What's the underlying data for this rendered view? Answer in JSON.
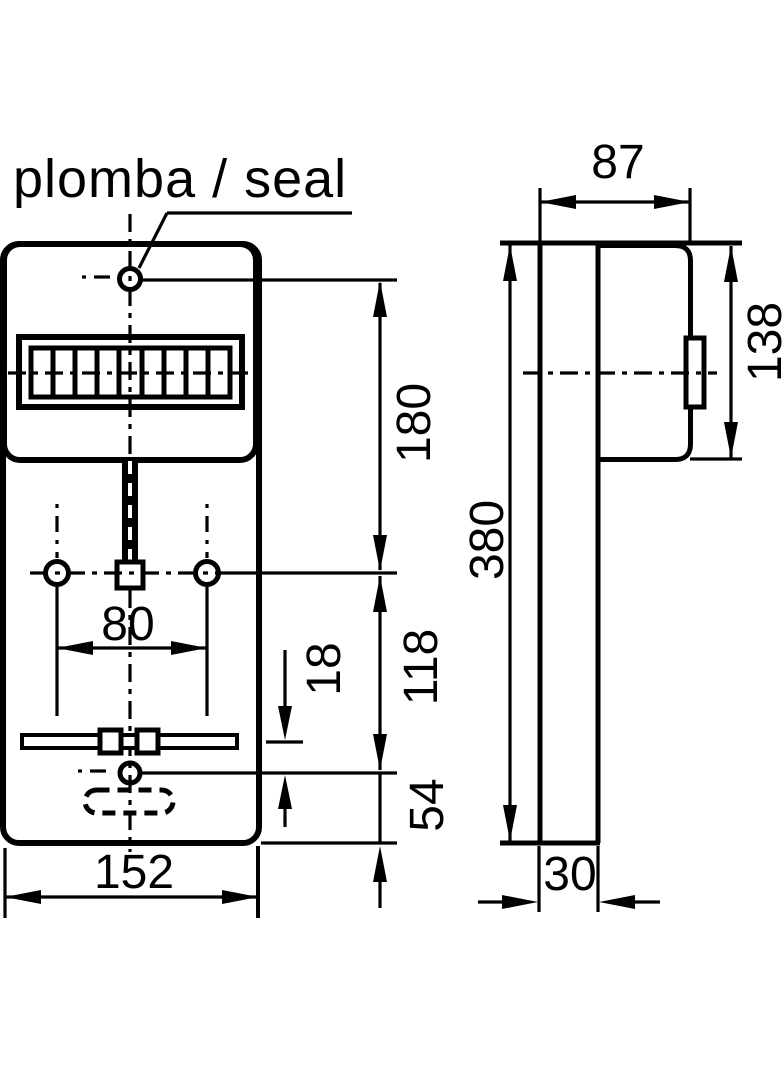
{
  "drawing": {
    "annotation": {
      "seal_label": "plomba / seal"
    },
    "front_view": {
      "dims": {
        "overall_width": "152",
        "mounting_hole_spacing": "80",
        "seal_to_mounting_holes": "180",
        "mounting_holes_to_lower_seal": "118",
        "rail_to_lower_seal": "18",
        "lower_seal_to_bottom": "54"
      }
    },
    "side_view": {
      "dims": {
        "body_depth": "87",
        "overall_height": "380",
        "body_height": "138",
        "plate_thickness": "30"
      }
    },
    "colors": {
      "line": "#000000",
      "background": "#ffffff"
    }
  }
}
